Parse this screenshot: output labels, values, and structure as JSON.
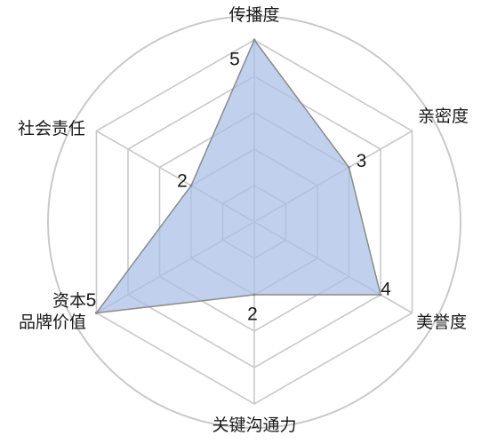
{
  "chart_data": {
    "type": "radar",
    "title": "",
    "max": 5,
    "levels": 5,
    "categories": [
      [
        "传播度"
      ],
      [
        "亲密度"
      ],
      [
        "美誉度"
      ],
      [
        "关键沟通力"
      ],
      [
        "资本",
        "品牌价值"
      ],
      [
        "社会责任"
      ]
    ],
    "values": [
      5,
      3,
      4,
      2,
      5,
      2
    ],
    "value_labels": [
      "5",
      "3",
      "4",
      "2",
      "5",
      "2"
    ],
    "colors": {
      "fill": "#a9bfe6",
      "stroke": "#8a8a8a",
      "grid": "#c9c9c9",
      "outer_circle": "#c9c9c9"
    },
    "grid": true,
    "outer_circle": true
  }
}
